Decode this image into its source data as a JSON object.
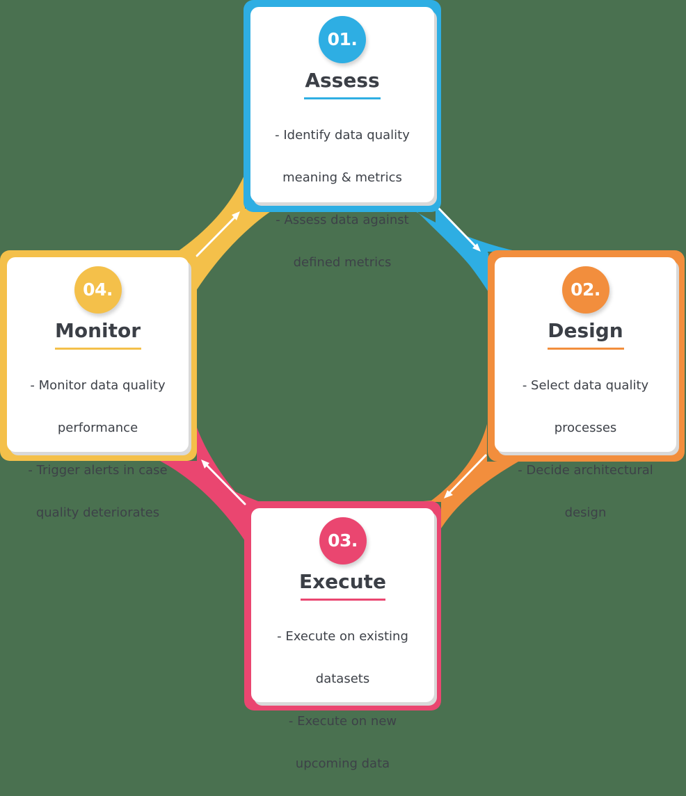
{
  "colors": {
    "background": "#4a7150",
    "assess": "#2eaee3",
    "design": "#f28e3d",
    "execute": "#ea4670",
    "monitor": "#f4c04a",
    "text": "#3d4148",
    "arrow": "#ffffff"
  },
  "steps": [
    {
      "number": "01.",
      "title": "Assess",
      "color": "#2eaee3",
      "lines": [
        "- Identify data quality",
        "meaning & metrics",
        "- Assess data against",
        "defined metrics"
      ]
    },
    {
      "number": "02.",
      "title": "Design",
      "color": "#f28e3d",
      "lines": [
        "- Select data quality",
        "processes",
        "- Decide architectural",
        "design"
      ]
    },
    {
      "number": "03.",
      "title": "Execute",
      "color": "#ea4670",
      "lines": [
        "- Execute on existing",
        "datasets",
        "- Execute on new",
        "upcoming data"
      ]
    },
    {
      "number": "04.",
      "title": "Monitor",
      "color": "#f4c04a",
      "lines": [
        "- Monitor data quality",
        "performance",
        "- Trigger alerts in case",
        "quality deteriorates"
      ]
    }
  ],
  "connectors": [
    {
      "from": "Assess",
      "to": "Design",
      "color": "#2eaee3",
      "icon": "arrow-down-right-icon"
    },
    {
      "from": "Design",
      "to": "Execute",
      "color": "#f28e3d",
      "icon": "arrow-down-left-icon"
    },
    {
      "from": "Execute",
      "to": "Monitor",
      "color": "#ea4670",
      "icon": "arrow-up-left-icon"
    },
    {
      "from": "Monitor",
      "to": "Assess",
      "color": "#f4c04a",
      "icon": "arrow-up-right-icon"
    }
  ]
}
